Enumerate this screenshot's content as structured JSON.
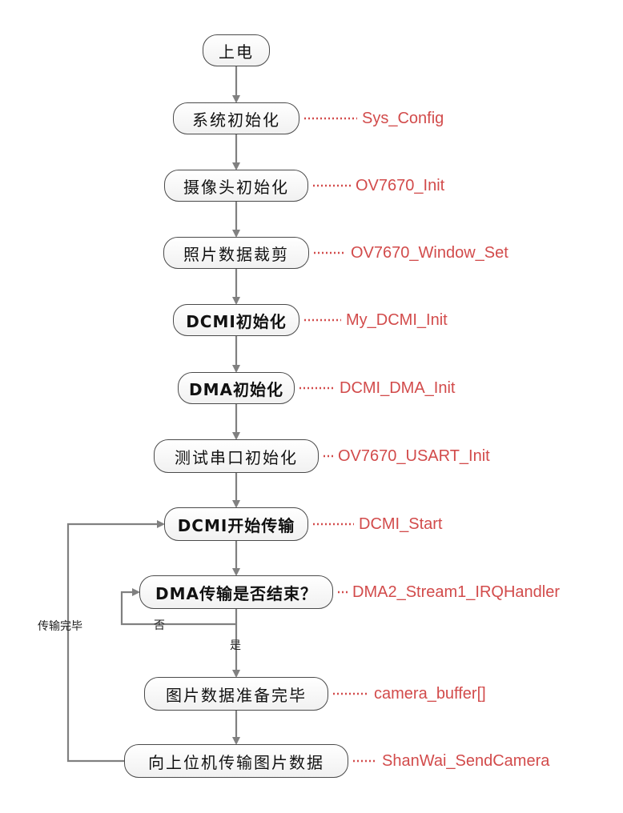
{
  "nodes": [
    {
      "id": "power-on",
      "label": "上电",
      "fn": ""
    },
    {
      "id": "sys-init",
      "label": "系统初始化",
      "fn": "Sys_Config"
    },
    {
      "id": "camera-init",
      "label": "摄像头初始化",
      "fn": "OV7670_Init"
    },
    {
      "id": "photo-crop",
      "label": "照片数据裁剪",
      "fn": "OV7670_Window_Set"
    },
    {
      "id": "dcmi-init",
      "label": "DCMI初始化",
      "fn": "My_DCMI_Init"
    },
    {
      "id": "dma-init",
      "label": "DMA初始化",
      "fn": "DCMI_DMA_Init"
    },
    {
      "id": "usart-init",
      "label": "测试串口初始化",
      "fn": "OV7670_USART_Init"
    },
    {
      "id": "dcmi-start",
      "label": "DCMI开始传输",
      "fn": "DCMI_Start"
    },
    {
      "id": "dma-done-check",
      "label": "DMA传输是否结束？",
      "fn": "DMA2_Stream1_IRQHandler"
    },
    {
      "id": "image-ready",
      "label": "图片数据准备完毕",
      "fn": "camera_buffer[]"
    },
    {
      "id": "send-to-host",
      "label": "向上位机传输图片数据",
      "fn": "ShanWai_SendCamera"
    }
  ],
  "edge_labels": {
    "no": "否",
    "yes": "是",
    "transfer_done": "传输完毕"
  },
  "colors": {
    "line": "#808080",
    "dotted": "#d24b4b",
    "function_text": "#d24b4b"
  }
}
